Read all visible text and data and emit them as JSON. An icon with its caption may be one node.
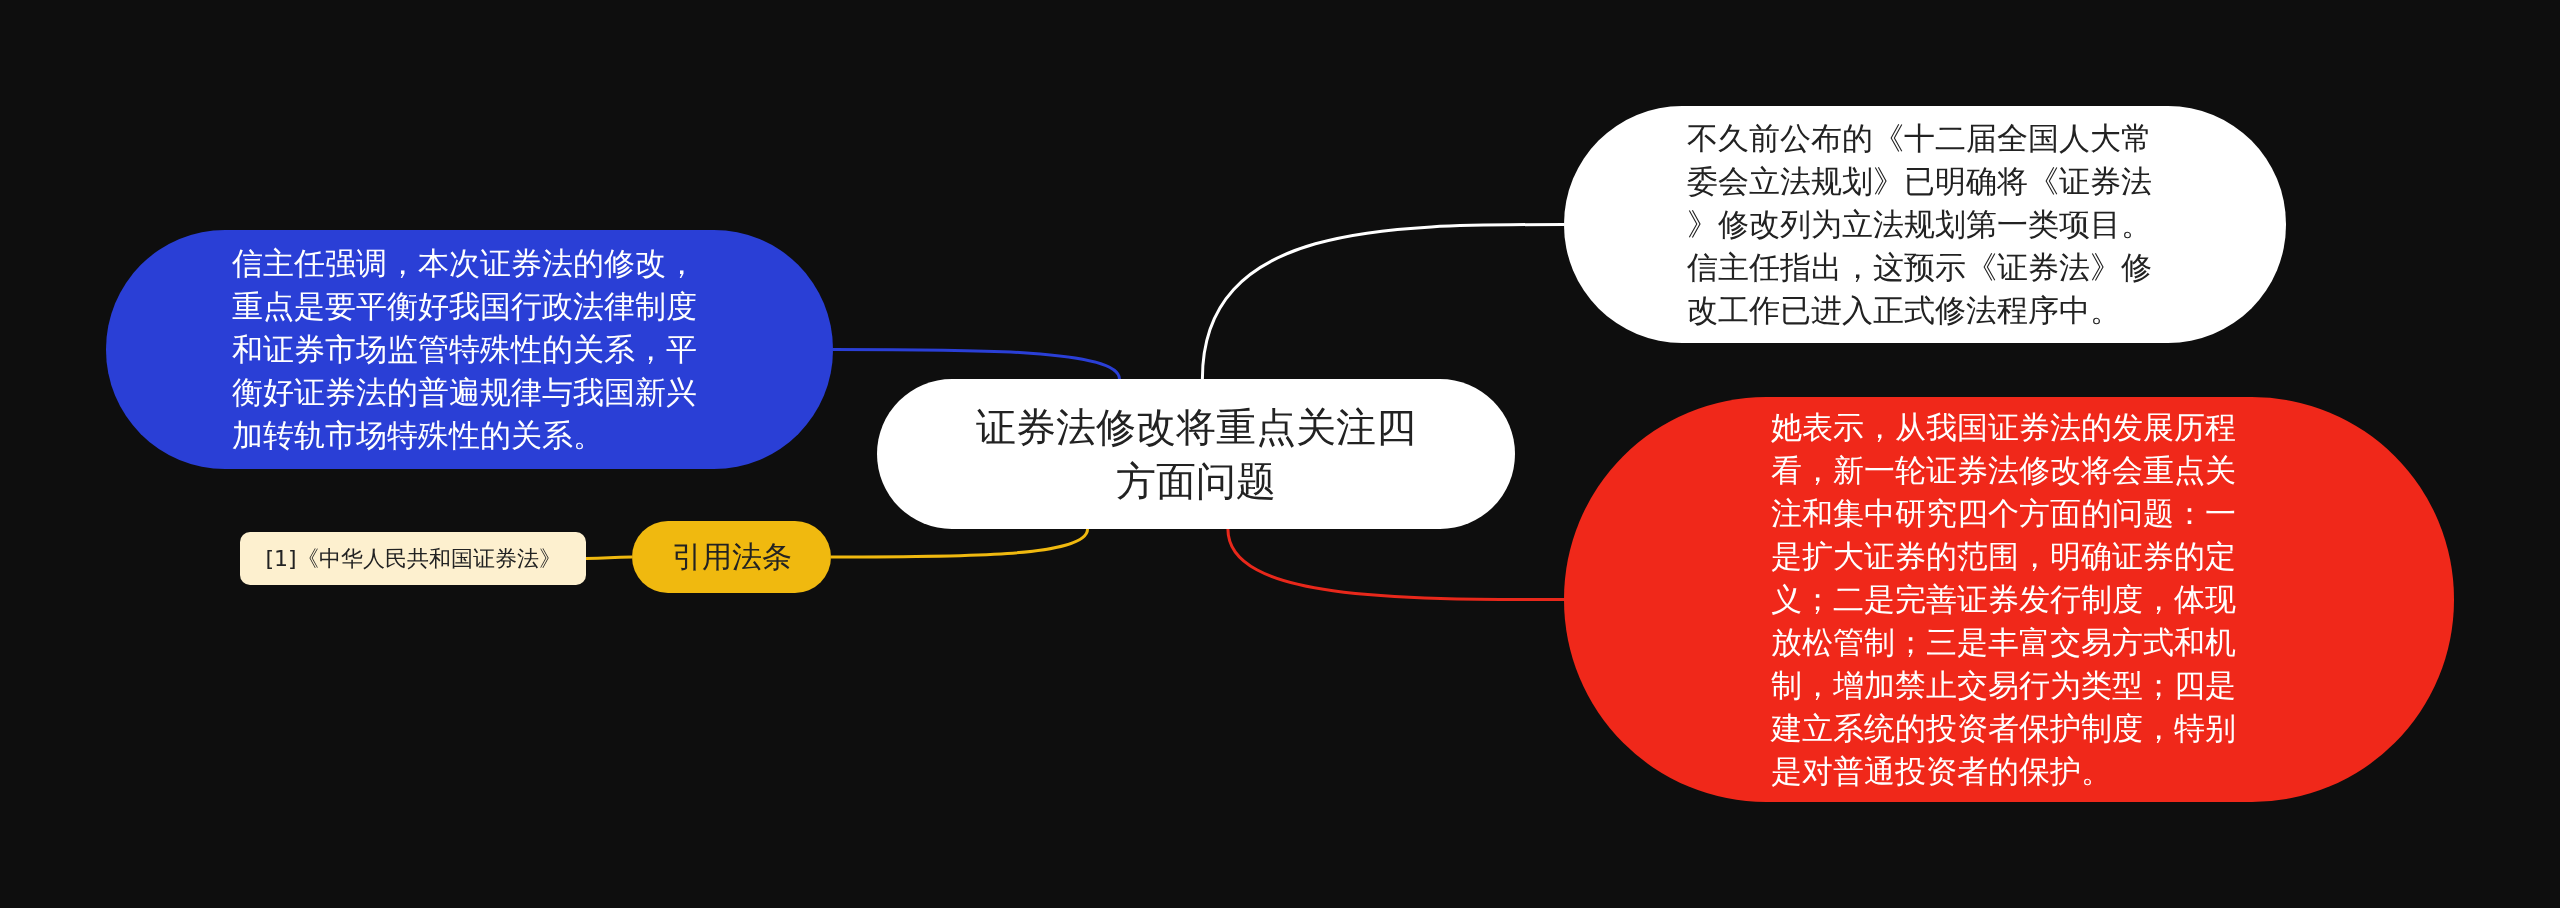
{
  "diagram": {
    "nodes": [
      {
        "text": [
          "证券法修改将重点关注四方面问题"
        ]
      },
      {
        "text": [
          "不久前公布的《十二届全国人大常委会立法规划》已明确将《证券法》修改列为立法规划第一类项目。信主任指出，这预示《证券法》修改工作已进入正式修法程序中。"
        ]
      },
      {
        "text": [
          "她表示，从我国证券法的发展历程看，新一轮证券法修改将会重点关注和集中研究四个方面的问题：一是扩大证券的范围，明确证券的定义；二是完善证券发行制度，体现放松管制；三是丰富交易方式和机制，增加禁止交易行为类型；四是建立系统的投资者保护制度，特别是对普通投资者的保护。"
        ]
      },
      {
        "text": [
          "信主任强调，本次证券法的修改，重点是要平衡好我国行政法律制度和证券市场监管特殊性的关系，平衡好证券法的普遍规律与我国新兴加转轨市场特殊性的关系。"
        ]
      },
      {
        "text": [
          "引用法条"
        ]
      },
      {
        "text": [
          "[1]《中华人民共和国证券法》"
        ]
      }
    ],
    "edges": [
      {
        "from": 0,
        "to": 1,
        "arrow": "none",
        "color": "#ffffff"
      },
      {
        "from": 0,
        "to": 2,
        "arrow": "none",
        "color": "#e8281b"
      },
      {
        "from": 0,
        "to": 3,
        "arrow": "none",
        "color": "#2a3fd6"
      },
      {
        "from": 0,
        "to": 4,
        "arrow": "none",
        "color": "#f0b90f"
      },
      {
        "from": 4,
        "to": 5,
        "arrow": "none",
        "color": "#f0b90f"
      }
    ]
  }
}
